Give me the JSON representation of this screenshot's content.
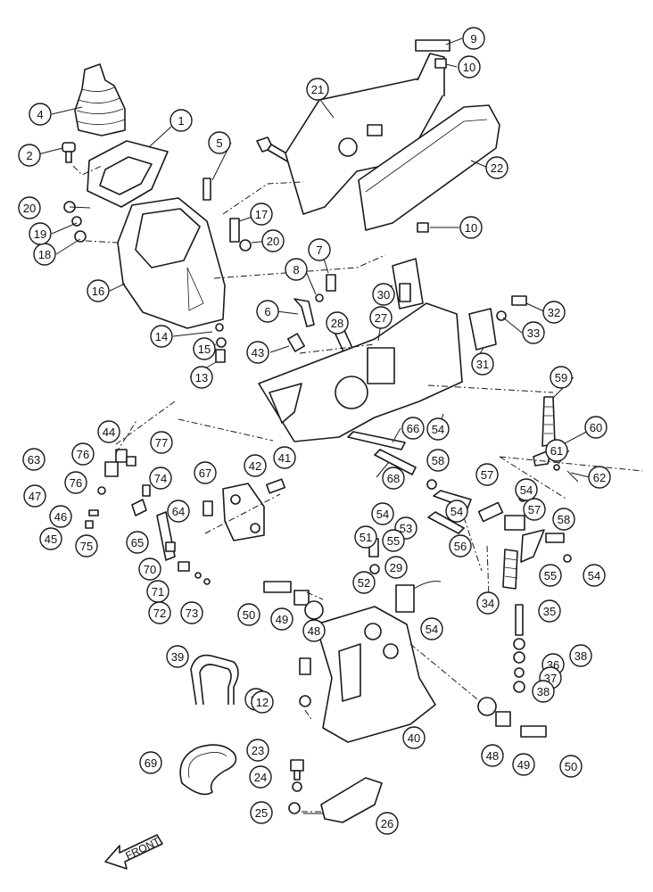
{
  "direction_label": "FRONT",
  "callouts": [
    "1",
    "2",
    "4",
    "5",
    "6",
    "7",
    "8",
    "9",
    "10",
    "10",
    "11",
    "12",
    "13",
    "14",
    "15",
    "16",
    "17",
    "18",
    "19",
    "20",
    "20",
    "21",
    "22",
    "23",
    "24",
    "25",
    "26",
    "27",
    "28",
    "29",
    "30",
    "31",
    "32",
    "33",
    "34",
    "35",
    "36",
    "37",
    "38",
    "38",
    "39",
    "40",
    "41",
    "42",
    "43",
    "44",
    "45",
    "46",
    "47",
    "48",
    "48",
    "49",
    "49",
    "50",
    "50",
    "51",
    "52",
    "53",
    "54",
    "54",
    "54",
    "54",
    "54",
    "54",
    "55",
    "55",
    "56",
    "57",
    "57",
    "58",
    "58",
    "59",
    "60",
    "61",
    "62",
    "63",
    "64",
    "65",
    "66",
    "67",
    "68",
    "69",
    "70",
    "71",
    "72",
    "73",
    "74",
    "75",
    "76",
    "76",
    "77"
  ]
}
